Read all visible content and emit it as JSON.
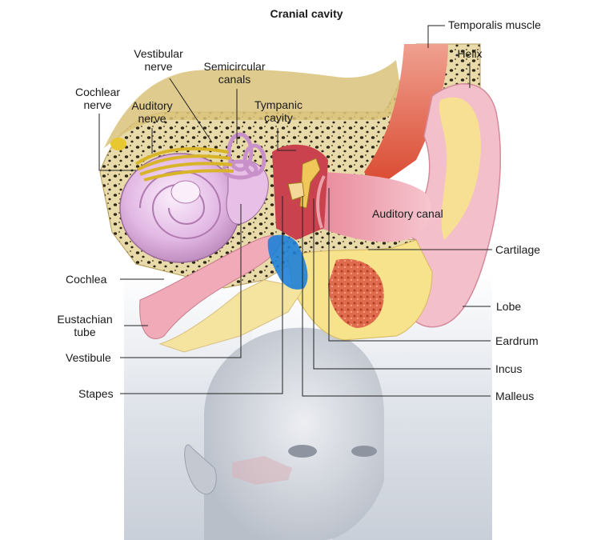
{
  "title": "Cranial cavity",
  "labels": {
    "temporalis_muscle": "Temporalis muscle",
    "helix": "Helix",
    "vestibular_nerve": [
      "Vestibular",
      "nerve"
    ],
    "semicircular_canals": [
      "Semicircular",
      "canals"
    ],
    "cochlear_nerve": [
      "Cochlear",
      "nerve"
    ],
    "auditory_nerve": [
      "Auditory",
      "nerve"
    ],
    "tympanic_cavity": [
      "Tympanic",
      "cavity"
    ],
    "auditory_canal": "Auditory canal",
    "cartilage": "Cartilage",
    "cochlea": "Cochlea",
    "lobe": "Lobe",
    "eustachian_tube": [
      "Eustachian",
      "tube"
    ],
    "eardrum": "Eardrum",
    "vestibule": "Vestibule",
    "incus": "Incus",
    "stapes": "Stapes",
    "malleus": "Malleus"
  },
  "colors": {
    "bone": "#e8d9a6",
    "bone_pore": "#3a3020",
    "cochlea": "#e6c4e6",
    "ear_skin": "#f2b8c6",
    "muscle": "#e0604a",
    "fat": "#f5e07a",
    "stapes_blue": "#1e7fd8",
    "nerve": "#e8c830"
  }
}
